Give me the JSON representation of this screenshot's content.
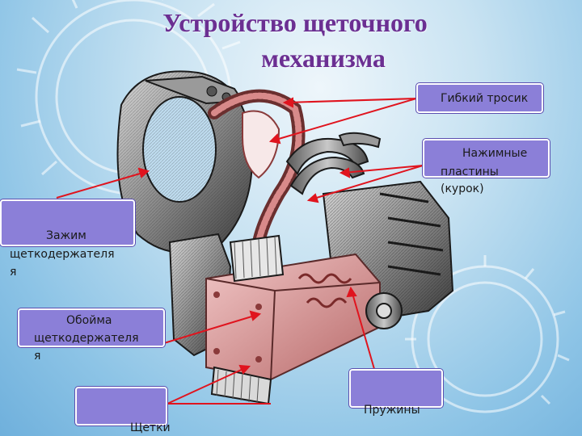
{
  "title": {
    "line1": "Устройство щеточного",
    "line2": "механизма"
  },
  "labels": {
    "cable": "Гибкий тросик",
    "plates_1": "Нажимные",
    "plates_2": "пластины",
    "plates_3": "(курок)",
    "clamp_1": "Зажим",
    "clamp_2": "щеткодержателя",
    "clamp_3": "я",
    "cage_1": "Обойма",
    "cage_2": "щеткодержателя",
    "cage_3": "я",
    "springs": "Пружины",
    "brushes": "Щетки"
  },
  "colors": {
    "title": "#6b2f92",
    "box_fill": "#8b7fd8",
    "arrow": "#e0141e"
  }
}
